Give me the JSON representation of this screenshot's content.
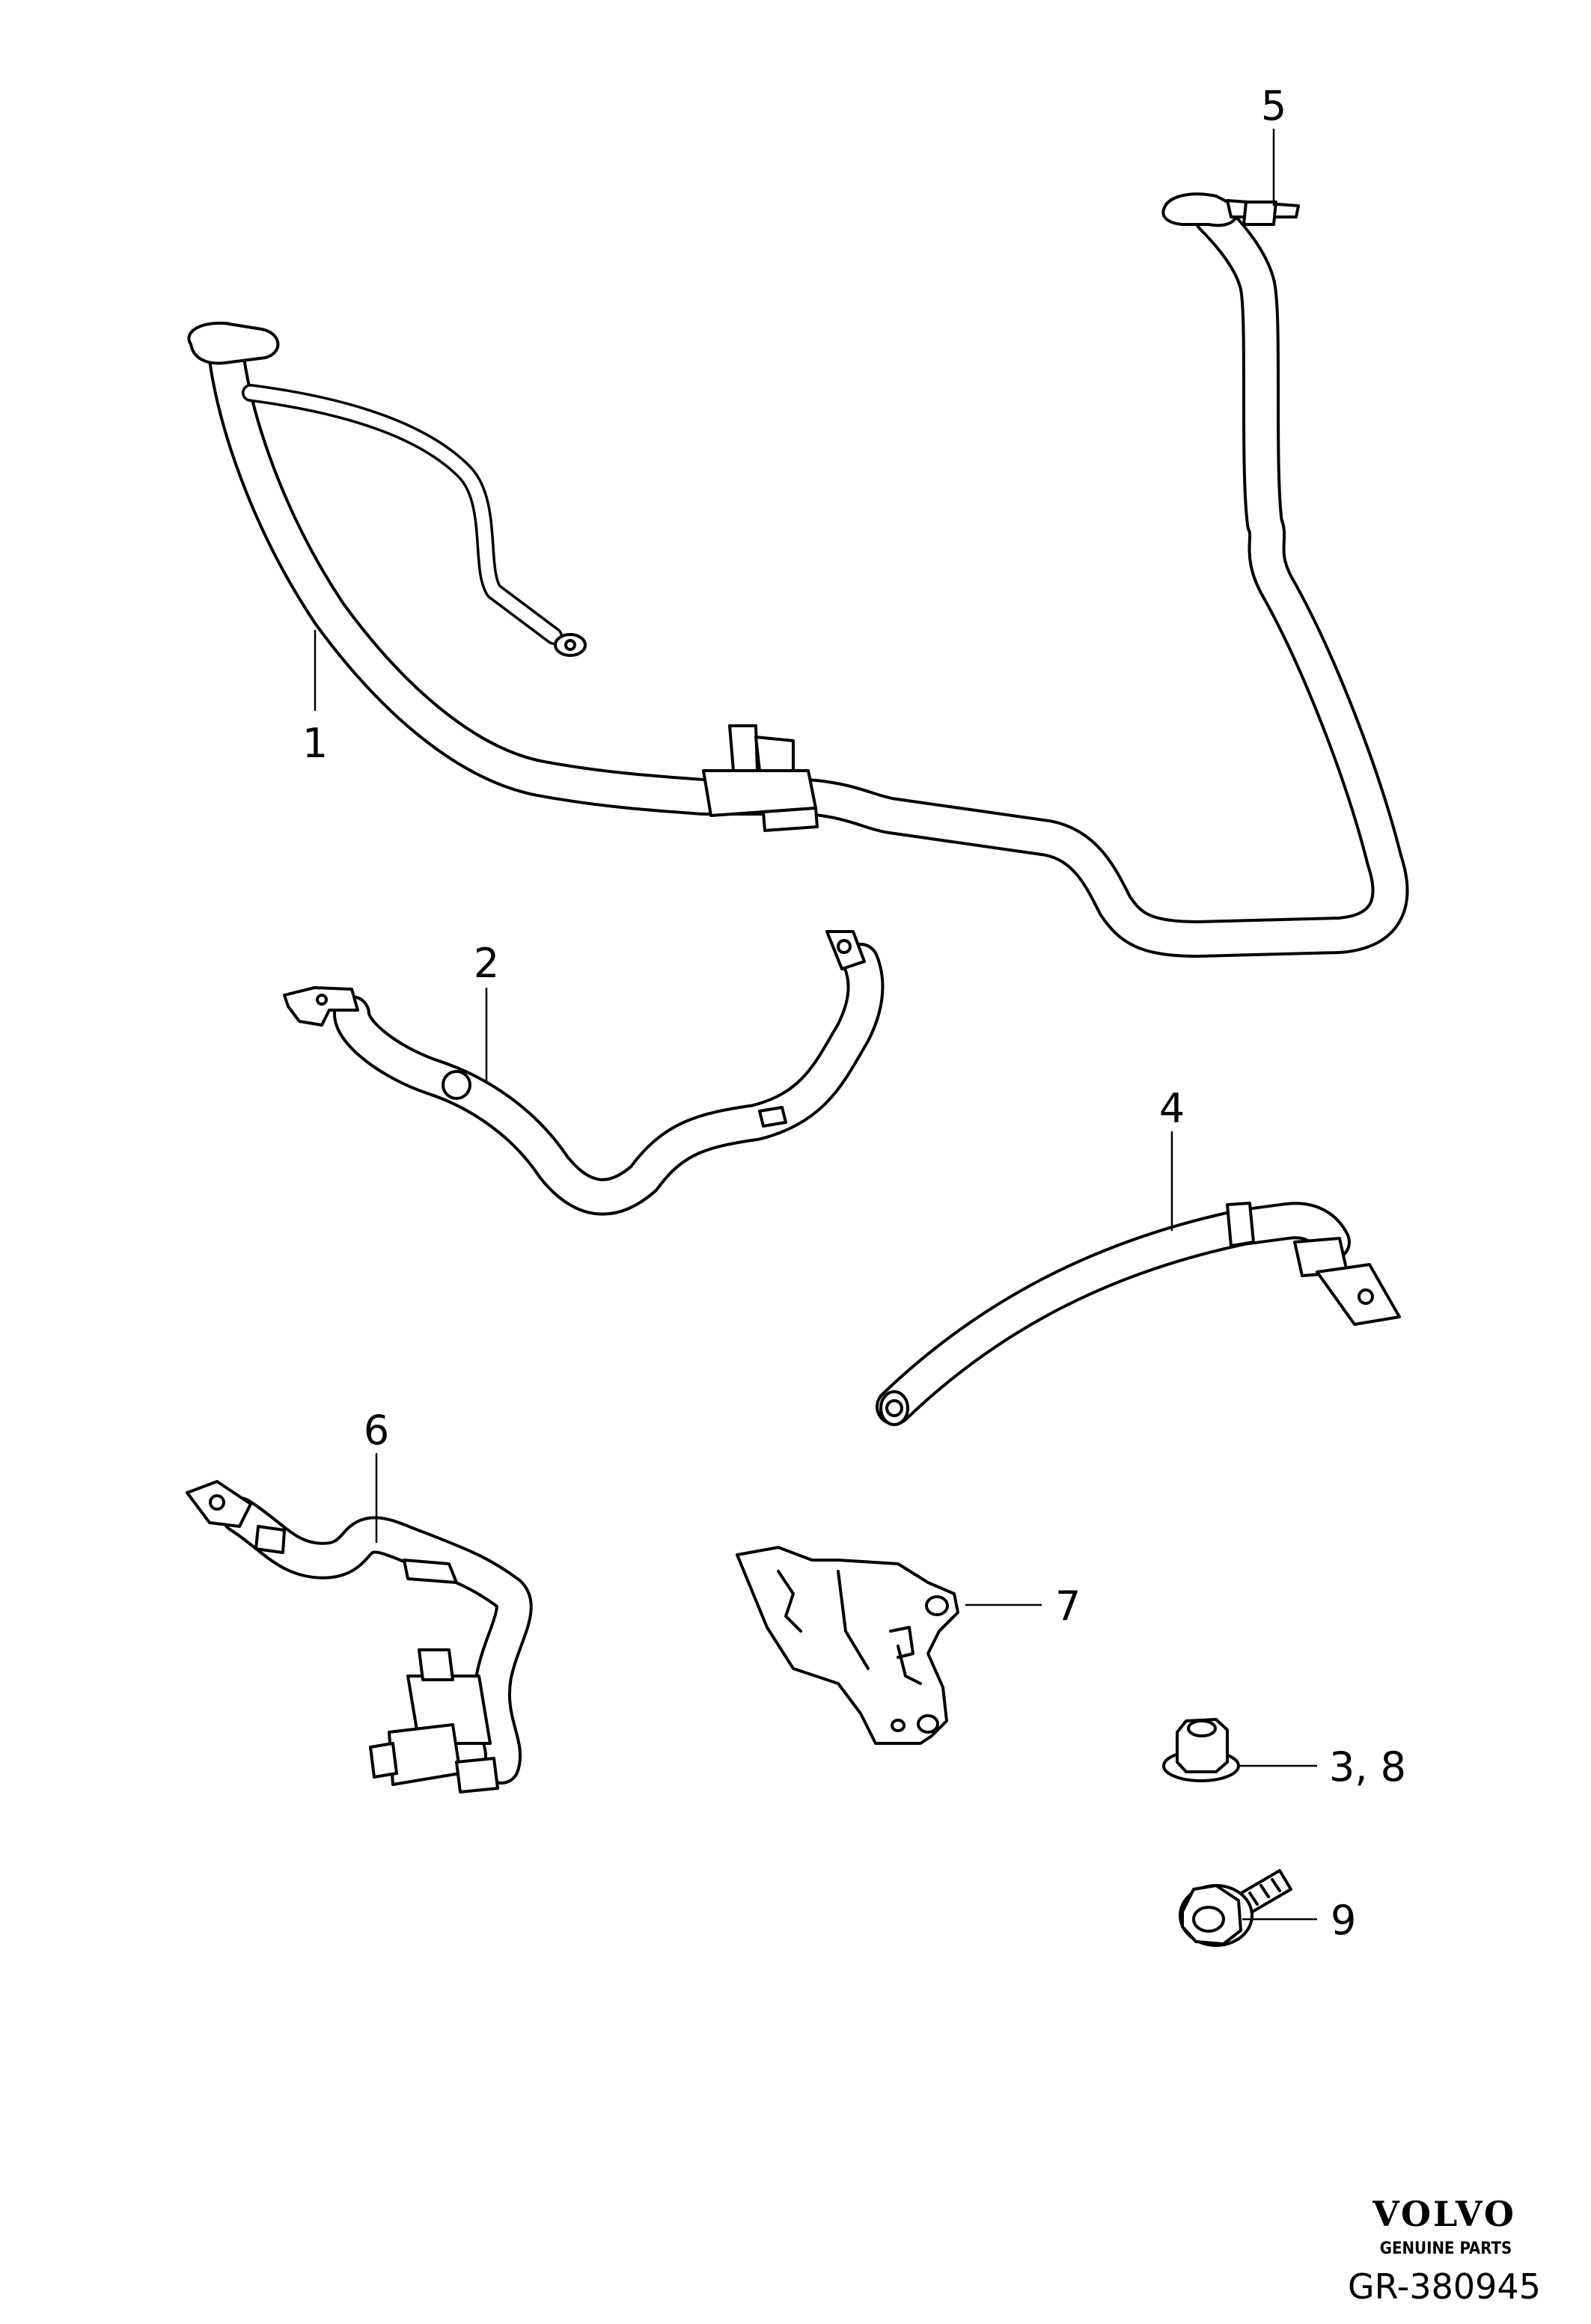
{
  "callouts": {
    "c1": "1",
    "c2": "2",
    "c3_8": "3, 8",
    "c4": "4",
    "c5": "5",
    "c6": "6",
    "c7": "7",
    "c9": "9"
  },
  "logo": {
    "brand": "VOLVO",
    "tagline": "GENUINE PARTS"
  },
  "reference": "GR-380945"
}
